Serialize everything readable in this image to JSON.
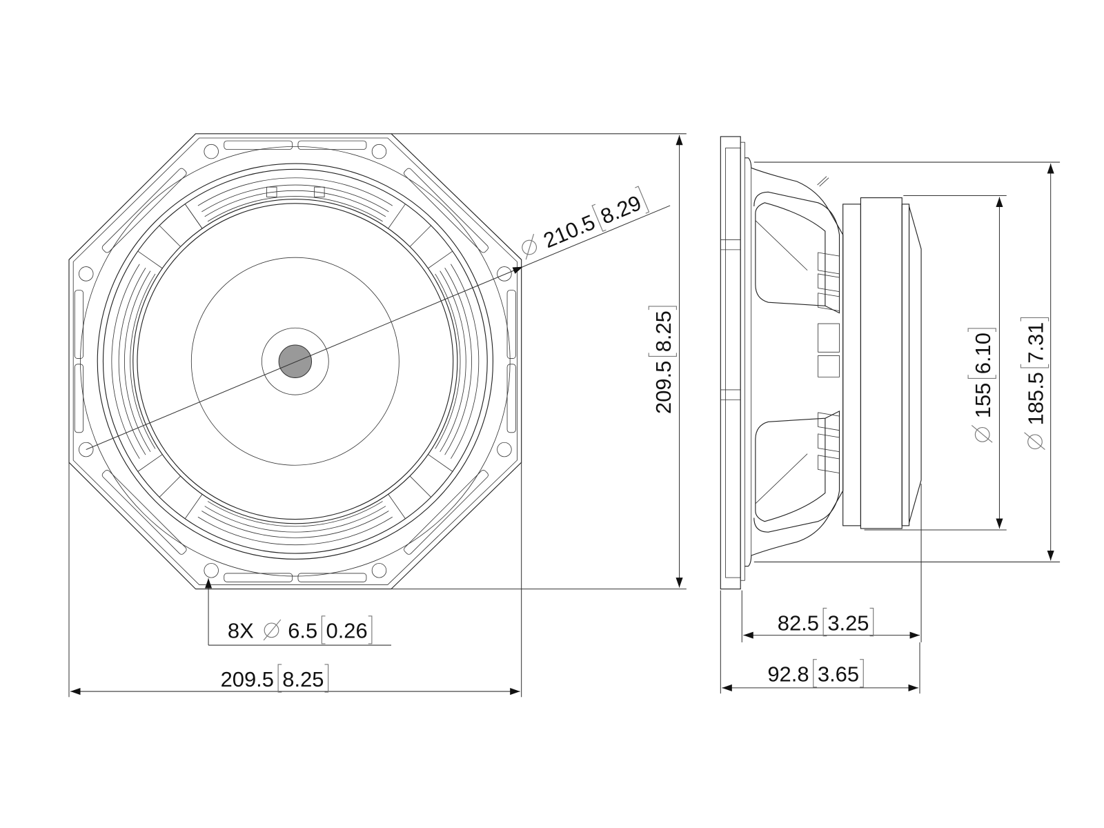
{
  "front_view": {
    "bolt_circle_diameter": {
      "mm": "210.5",
      "in": "8.29"
    },
    "height": {
      "mm": "209.5",
      "in": "8.25"
    },
    "width": {
      "mm": "209.5",
      "in": "8.25"
    },
    "mounting_holes": {
      "count": "8X",
      "mm": "6.5",
      "in": "0.26"
    }
  },
  "side_view": {
    "magnet_diameter": {
      "mm": "155",
      "in": "6.10"
    },
    "basket_diameter": {
      "mm": "185.5",
      "in": "7.31"
    },
    "body_depth": {
      "mm": "82.5",
      "in": "3.25"
    },
    "overall_depth": {
      "mm": "92.8",
      "in": "3.65"
    }
  },
  "colors": {
    "line": "#222222",
    "bracket": "#777777",
    "background": "#ffffff"
  }
}
